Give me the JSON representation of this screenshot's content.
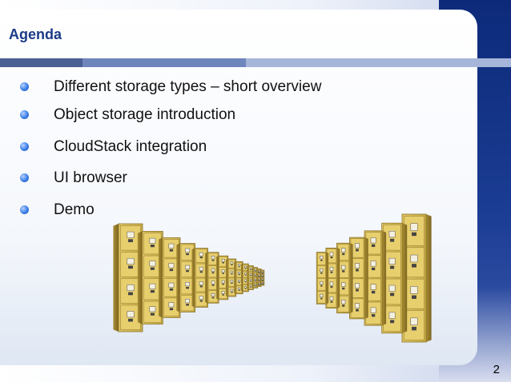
{
  "slide": {
    "title": "Agenda",
    "bullets": [
      "Different storage types – short overview",
      "Object storage introduction",
      "CloudStack integration",
      "UI browser",
      "Demo"
    ],
    "page_number": "2"
  },
  "colors": {
    "title": "#1b3a87",
    "bullet": "#3b7ee8",
    "rule_dark": "#4a5f93",
    "rule_light": "#9fb0d6",
    "cabinet_front": "#d9bf5c",
    "drawer": "#e6cc6a",
    "band": "#0d2a7a"
  },
  "illustration": {
    "subject": "file-cabinets-corridor",
    "icon": "file-cabinet-icon"
  }
}
